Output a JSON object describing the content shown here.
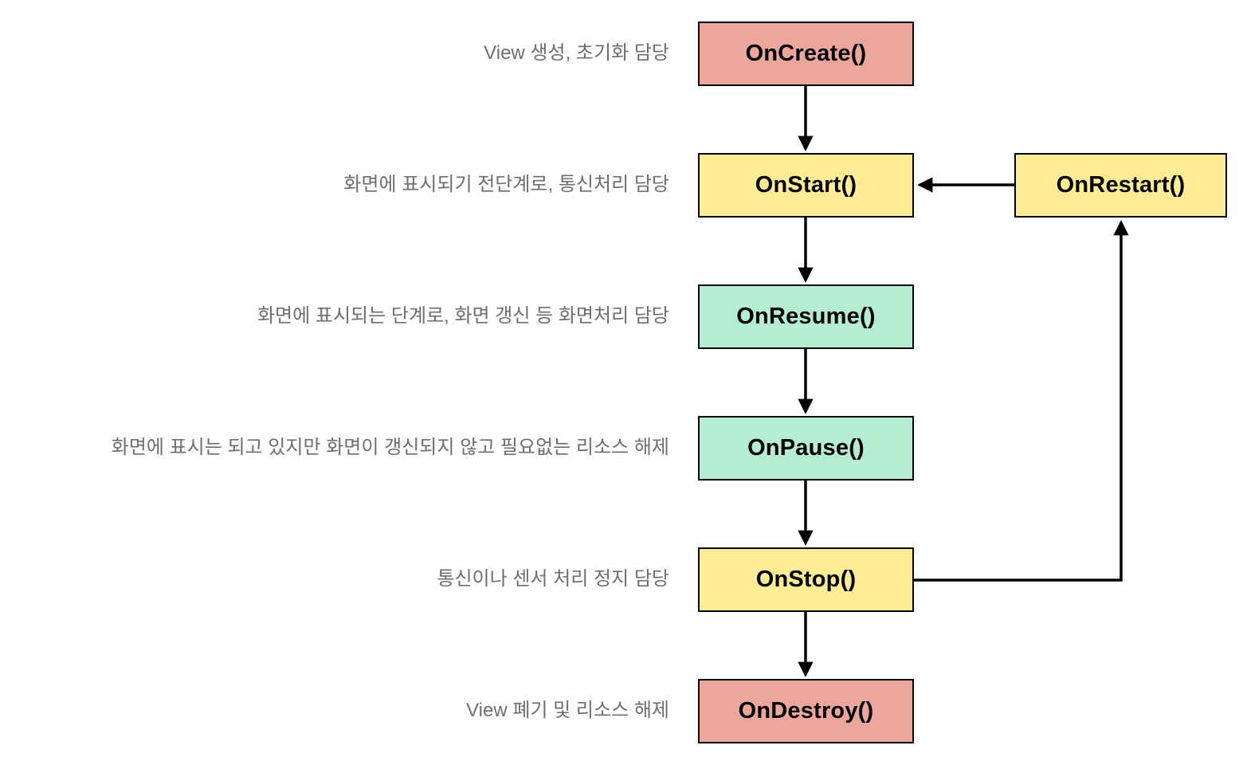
{
  "diagram": {
    "type": "flowchart",
    "subject": "activity-lifecycle",
    "nodes": [
      {
        "id": "on-create",
        "label": "OnCreate()",
        "color": "#EDA69E"
      },
      {
        "id": "on-start",
        "label": "OnStart()",
        "color": "#FFEC95"
      },
      {
        "id": "on-resume",
        "label": "OnResume()",
        "color": "#B5EDD3"
      },
      {
        "id": "on-pause",
        "label": "OnPause()",
        "color": "#B5EDD3"
      },
      {
        "id": "on-stop",
        "label": "OnStop()",
        "color": "#FFEC95"
      },
      {
        "id": "on-destroy",
        "label": "OnDestroy()",
        "color": "#EDA69E"
      },
      {
        "id": "on-restart",
        "label": "OnRestart()",
        "color": "#FFEC95"
      }
    ],
    "annotations": [
      {
        "for": "on-create",
        "text": "View 생성, 초기화 담당"
      },
      {
        "for": "on-start",
        "text": "화면에 표시되기 전단계로, 통신처리 담당"
      },
      {
        "for": "on-resume",
        "text": "화면에 표시되는 단계로, 화면 갱신 등 화면처리 담당"
      },
      {
        "for": "on-pause",
        "text": "화면에 표시는 되고 있지만 화면이 갱신되지 않고 필요없는 리소스 해제"
      },
      {
        "for": "on-stop",
        "text": "통신이나 센서 처리 정지 담당"
      },
      {
        "for": "on-destroy",
        "text": "View 폐기 및 리소스 해제"
      }
    ],
    "edges": [
      {
        "from": "on-create",
        "to": "on-start"
      },
      {
        "from": "on-start",
        "to": "on-resume"
      },
      {
        "from": "on-resume",
        "to": "on-pause"
      },
      {
        "from": "on-pause",
        "to": "on-stop"
      },
      {
        "from": "on-stop",
        "to": "on-destroy"
      },
      {
        "from": "on-restart",
        "to": "on-start"
      },
      {
        "from": "on-stop",
        "to": "on-restart"
      }
    ],
    "colors": {
      "background": "#FFFFFF",
      "node_border": "#000000",
      "node_text": "#000000",
      "annotation_text": "#6E6E6E",
      "arrow": "#000000",
      "red_node": "#EDA69E",
      "yellow_node": "#FFEC95",
      "green_node": "#B5EDD3"
    }
  }
}
